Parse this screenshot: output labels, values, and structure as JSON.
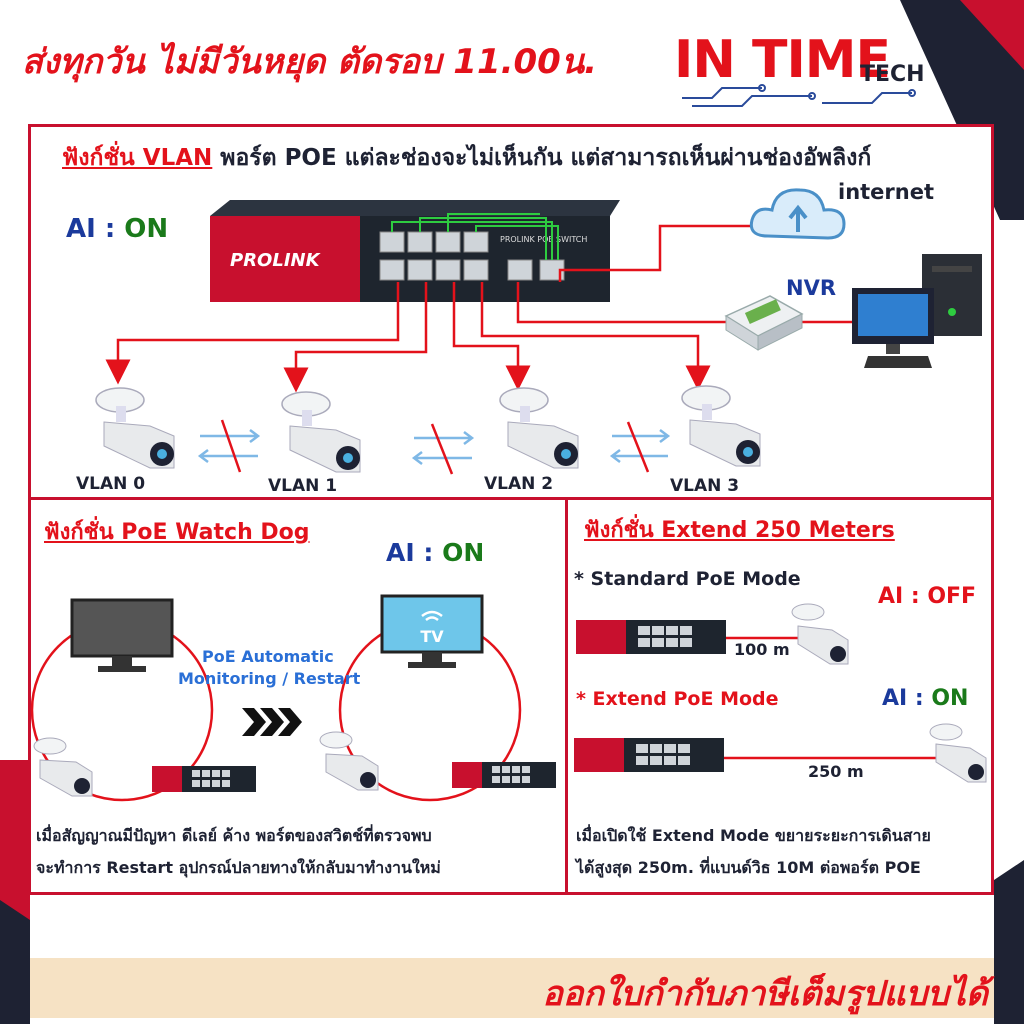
{
  "header": {
    "banner": "ส่งทุกวัน ไม่มีวันหยุด ตัดรอบ 11.00น.",
    "logo_main": "IN TIME",
    "logo_sub": "TECH"
  },
  "vlan_section": {
    "title_red": "ฟังก์ชั่น VLAN",
    "title_rest": " พอร์ต POE แต่ละช่องจะไม่เห็นกัน แต่สามารถเห็นผ่านช่องอัพลิงก์",
    "ai_label": "AI : ",
    "ai_state": "ON",
    "internet": "internet",
    "nvr": "NVR",
    "switch_brand": "PROLINK",
    "switch_model": "PROLINK POE SWITCH",
    "vlans": [
      "VLAN 0",
      "VLAN 1",
      "VLAN 2",
      "VLAN 3"
    ]
  },
  "watchdog_section": {
    "title": "ฟังก์ชั่น PoE Watch Dog",
    "ai_label": "AI : ",
    "ai_state": "ON",
    "center_line1": "PoE Automatic",
    "center_line2": "Monitoring / Restart",
    "tv_label": "TV",
    "desc_line1": "เมื่อสัญญาณมีปัญหา ดีเลย์ ค้าง พอร์ตของสวิตช์ที่ตรวจพบ",
    "desc_line2": "จะทำการ Restart อุปกรณ์ปลายทางให้กลับมาทำงานใหม่"
  },
  "extend_section": {
    "title": "ฟังก์ชั่น Extend 250 Meters",
    "standard_mode": "* Standard PoE Mode",
    "ai_off_label": "AI : ",
    "ai_off_state": "OFF",
    "distance_100": "100 m",
    "extend_mode": "* Extend PoE Mode",
    "ai_on_label": "AI : ",
    "ai_on_state": "ON",
    "distance_250": "250 m",
    "desc_line1": "เมื่อเปิดใช้ Extend Mode ขยายระยะการเดินสาย",
    "desc_line2": "ได้สูงสุด 250m. ที่แบนด์วิธ 10M ต่อพอร์ต POE"
  },
  "footer": {
    "text": "ออกใบกำกับภาษีเต็มรูปแบบได้"
  },
  "colors": {
    "red": "#e3121b",
    "blue": "#1b3a9c",
    "green": "#1a7a1a",
    "panel_border": "#c8102e",
    "footer_bg": "#f6e2c4"
  }
}
